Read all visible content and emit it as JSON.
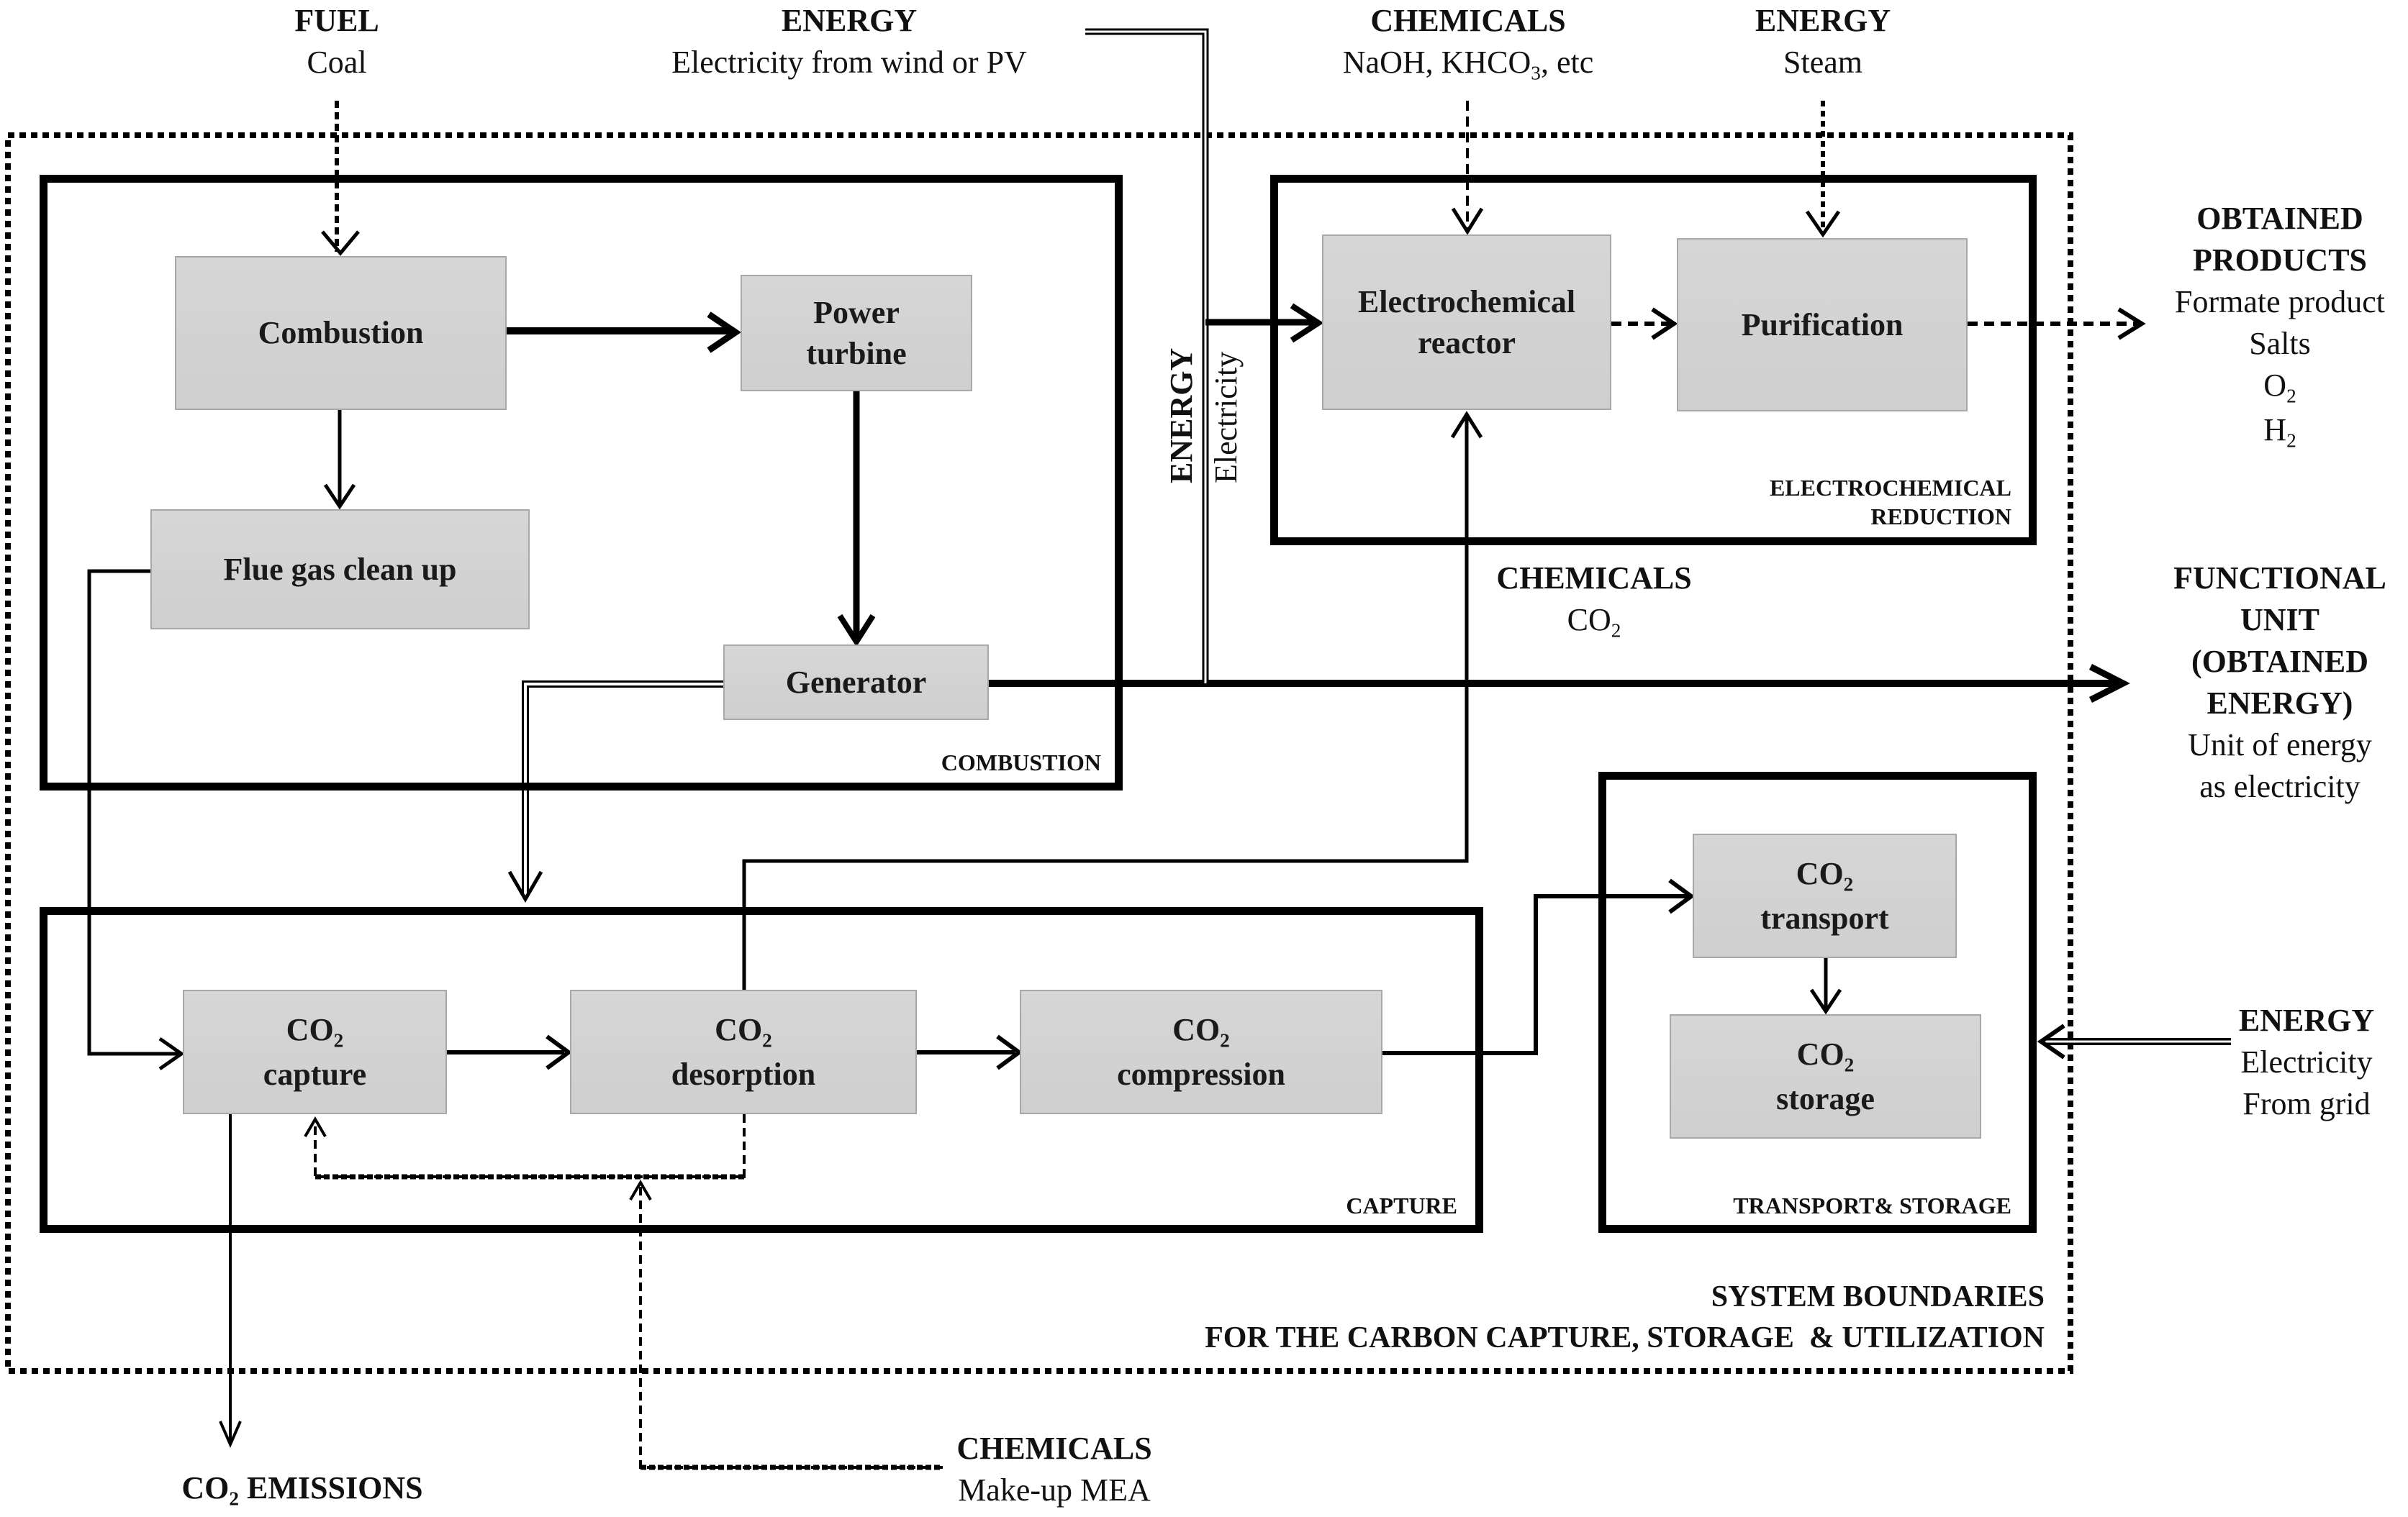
{
  "inputs": {
    "fuel": {
      "heading": "FUEL",
      "text": "Coal"
    },
    "energy_wind": {
      "heading": "ENERGY",
      "text": "Electricity from wind or PV"
    },
    "chemicals_top": {
      "heading": "CHEMICALS",
      "text_pre": "NaOH, KHCO",
      "sub": "3",
      "text_post": ", etc"
    },
    "energy_steam": {
      "heading": "ENERGY",
      "text": "Steam"
    },
    "energy_vertical": {
      "heading": "ENERGY",
      "text": "Electricity"
    },
    "chemicals_co2": {
      "heading": "CHEMICALS",
      "text_pre": "CO",
      "sub": "2"
    },
    "energy_grid": {
      "heading": "ENERGY",
      "line1": "Electricity",
      "line2": "From grid"
    },
    "chemicals_mea": {
      "heading": "CHEMICALS",
      "text": "Make-up MEA"
    }
  },
  "outputs": {
    "obtained_products": {
      "heading1": "OBTAINED",
      "heading2": "PRODUCTS",
      "items": [
        "Formate product",
        "Salts"
      ],
      "o2_pre": "O",
      "o2_sub": "2",
      "h2_pre": "H",
      "h2_sub": "2"
    },
    "functional_unit": {
      "heading1": "FUNCTIONAL",
      "heading2": "UNIT",
      "heading3": "(OBTAINED",
      "heading4": "ENERGY)",
      "line1": "Unit of energy",
      "line2": "as electricity"
    },
    "emissions": {
      "pre": "CO",
      "sub": "2",
      "post": " EMISSIONS"
    }
  },
  "groups": {
    "combustion": "COMBUSTION",
    "electrochemical_1": "ELECTROCHEMICAL",
    "electrochemical_2": "REDUCTION",
    "capture": "CAPTURE",
    "transport_storage": "TRANSPORT& STORAGE"
  },
  "nodes": {
    "combustion": "Combustion",
    "power_turbine_1": "Power",
    "power_turbine_2": "turbine",
    "flue_gas": "Flue gas clean up",
    "generator": "Generator",
    "ec_reactor_1": "Electrochemical",
    "ec_reactor_2": "reactor",
    "purification": "Purification",
    "co2": "CO",
    "co2_sub": "2",
    "capture": "capture",
    "desorption": "desorption",
    "compression": "compression",
    "transport": "transport",
    "storage": "storage"
  },
  "system_boundaries": {
    "line1": "SYSTEM BOUNDARIES",
    "line2": "FOR THE CARBON CAPTURE, STORAGE  & UTILIZATION"
  }
}
